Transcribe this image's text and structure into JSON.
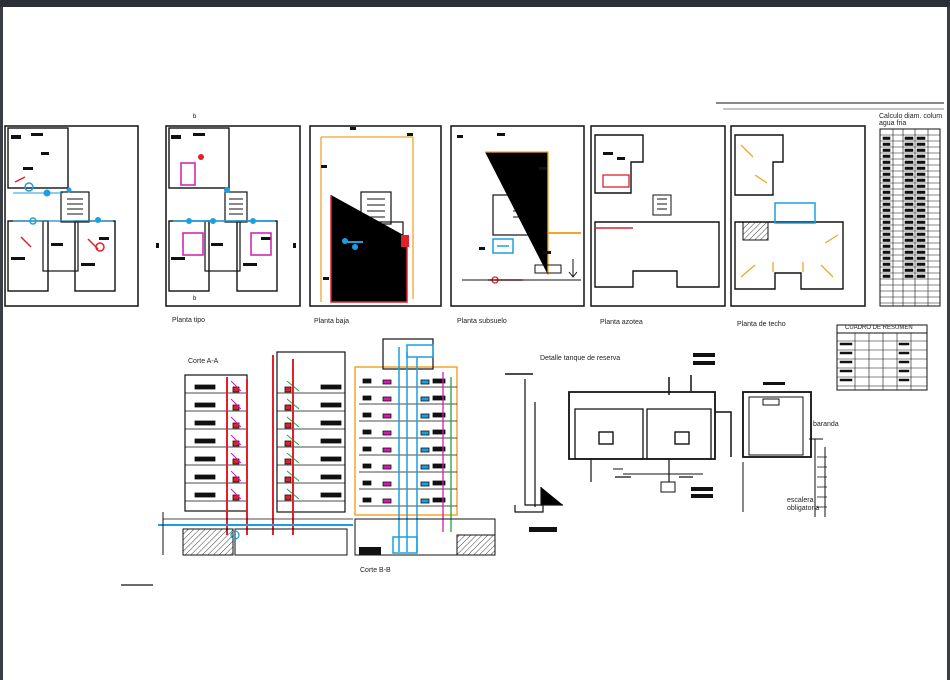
{
  "drawing": {
    "plans": [
      {
        "id": "planta-tipo-a",
        "label": ""
      },
      {
        "id": "planta-tipo",
        "label": "Planta tipo"
      },
      {
        "id": "planta-baja",
        "label": "Planta baja"
      },
      {
        "id": "planta-subsuelo",
        "label": "Planta subsuelo"
      },
      {
        "id": "planta-azotea",
        "label": "Planta azotea"
      },
      {
        "id": "planta-techo",
        "label": "Planta de techo"
      }
    ],
    "calc_table_title_1": "Calculo diam. colum",
    "calc_table_title_2": "agua fria",
    "summary_table_title": "CUADRO DE RESUMEN",
    "section_aa": "Corte A-A",
    "section_bb": "Corte B-B",
    "tank_detail": "Detalle tanque de reserva",
    "baranda": "baranda",
    "escalera_1": "escalera",
    "escalera_2": "obligatoria"
  },
  "colors": {
    "pipe_red": "#e0202a",
    "pipe_blue": "#1aa0e0",
    "pipe_green": "#1ca83a",
    "pipe_magenta": "#d01cb0",
    "pipe_orange": "#f2a52c",
    "ink": "#111111"
  }
}
